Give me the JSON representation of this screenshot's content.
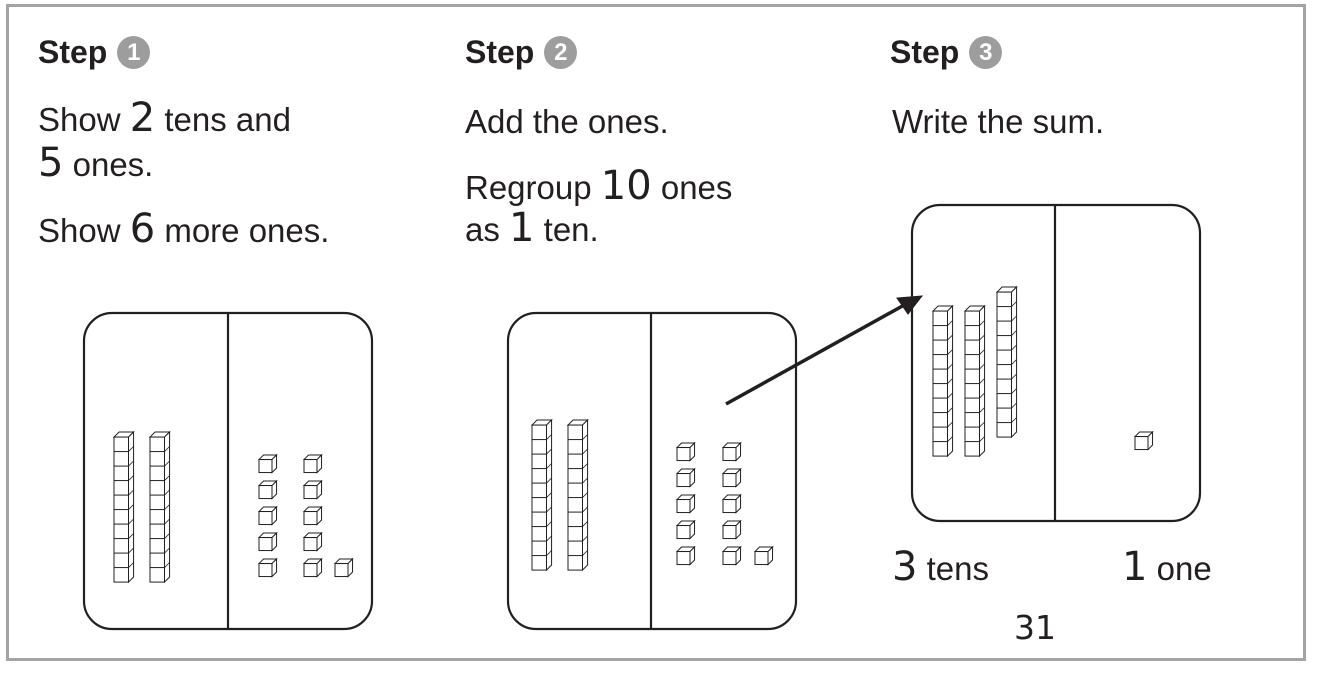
{
  "step1": {
    "title": "Step",
    "badge": "1",
    "line1_pre": "Show ",
    "line1_num": "2",
    "line1_post": " tens and",
    "line2_num": "5",
    "line2_post": " ones.",
    "line3_pre": "Show ",
    "line3_num": "6",
    "line3_post": " more ones.",
    "tens": 2,
    "ones_columns": [
      5,
      6
    ]
  },
  "step2": {
    "title": "Step",
    "badge": "2",
    "line1": "Add the ones.",
    "line2_pre": "Regroup ",
    "line2_num": "10",
    "line2_post": " ones",
    "line3_pre": "as ",
    "line3_num": "1",
    "line3_post": " ten.",
    "tens": 2,
    "ones_columns": [
      5,
      6
    ]
  },
  "step3": {
    "title": "Step",
    "badge": "3",
    "line1": "Write the sum.",
    "tens": 3,
    "ones": 1,
    "tens_num": "3",
    "tens_word": " tens",
    "ones_num": "1",
    "ones_word": " one",
    "sum": "31"
  },
  "colors": {
    "frame": "#a3a3a3",
    "badge": "#9d9d9d",
    "ink": "#231f20"
  }
}
